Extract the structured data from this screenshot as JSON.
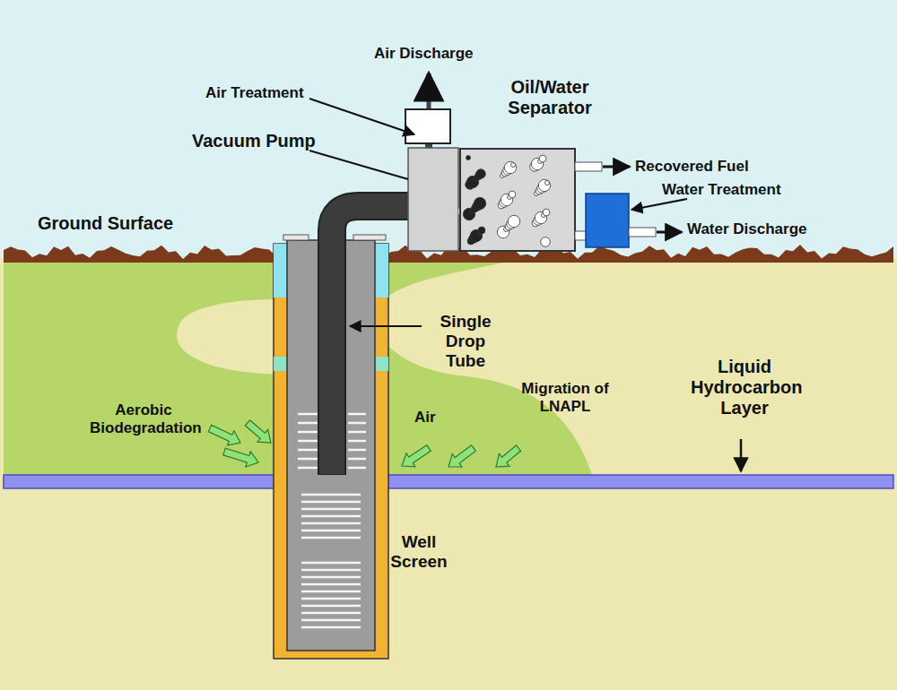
{
  "diagram": {
    "labels": [
      "Air Discharge",
      "Air Treatment",
      "Vacuum Pump",
      "Oil/Water Separator",
      "Recovered Fuel",
      "Water Treatment",
      "Water Discharge",
      "Ground Surface",
      "Single Drop Tube",
      "Liquid Hydrocarbon Layer",
      "Aerobic Biodegradation",
      "Air",
      "Migration of LNAPL",
      "Well Screen"
    ]
  }
}
